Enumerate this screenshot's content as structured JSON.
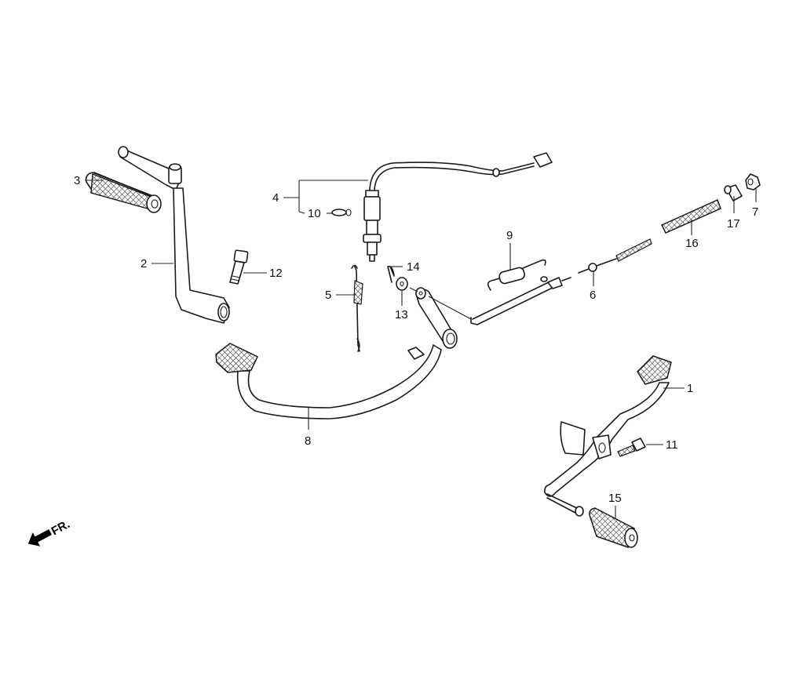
{
  "diagram": {
    "type": "exploded-parts-diagram",
    "parts": [
      {
        "ref": "1",
        "part": "change-pedal"
      },
      {
        "ref": "2",
        "part": "kick-starter-arm"
      },
      {
        "ref": "3",
        "part": "kick-starter-rubber"
      },
      {
        "ref": "4",
        "part": "stop-switch-assembly"
      },
      {
        "ref": "5",
        "part": "stop-switch-spring"
      },
      {
        "ref": "6",
        "part": "brake-rod"
      },
      {
        "ref": "7",
        "part": "adjusting-nut"
      },
      {
        "ref": "8",
        "part": "brake-pedal"
      },
      {
        "ref": "9",
        "part": "return-spring"
      },
      {
        "ref": "10",
        "part": "o-ring"
      },
      {
        "ref": "11",
        "part": "pedal-bolt"
      },
      {
        "ref": "12",
        "part": "kick-arm-bolt"
      },
      {
        "ref": "13",
        "part": "washer"
      },
      {
        "ref": "14",
        "part": "cotter-pin"
      },
      {
        "ref": "15",
        "part": "change-pedal-rubber"
      },
      {
        "ref": "16",
        "part": "rod-spring"
      },
      {
        "ref": "17",
        "part": "joint"
      }
    ],
    "front_indicator": "FR.",
    "line_color": "#1a1a1a",
    "background": "#ffffff"
  }
}
